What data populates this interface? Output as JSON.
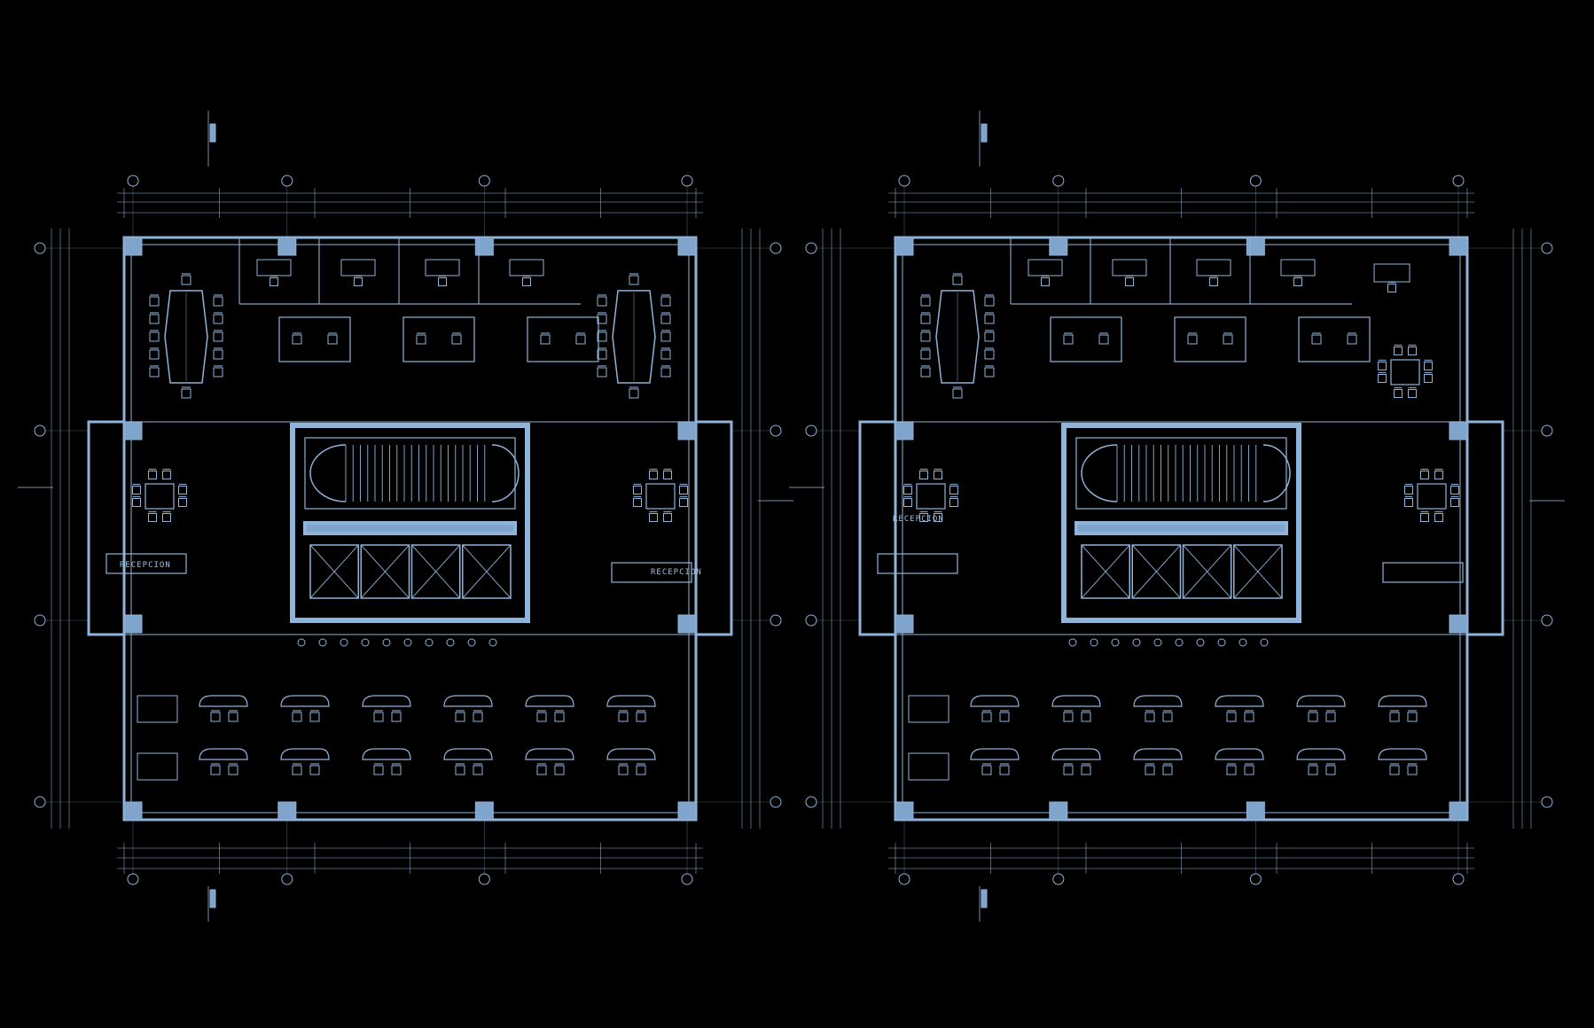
{
  "drawing": {
    "background": "#000000",
    "line_color": "#8fb3d9",
    "fill_color": "#7fa5cc"
  },
  "plans": [
    {
      "id": "plan-left",
      "reception_labels": [
        "RECEPCION",
        "RECEPCION"
      ]
    },
    {
      "id": "plan-right",
      "reception_labels": [
        "RECEPCION"
      ]
    }
  ]
}
